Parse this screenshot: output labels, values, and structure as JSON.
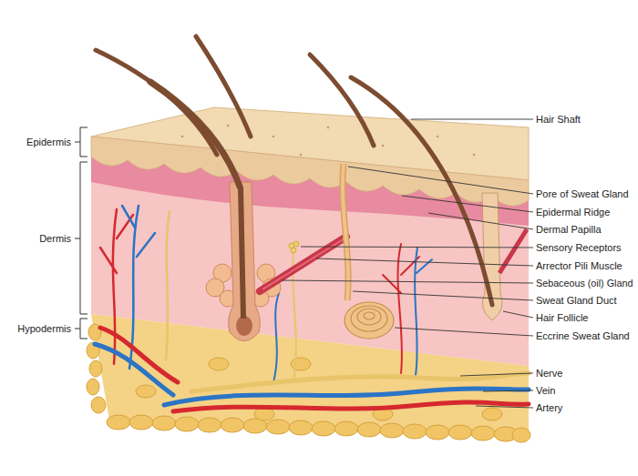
{
  "diagram": {
    "labels": [
      "Epidermis",
      "Dermis",
      "Hypodermis",
      "Hair Shaft",
      "Pore of Sweat Gland",
      "Epidermal Ridge",
      "Dermal Papilla",
      "Sensory Receptors",
      "Arrector Pili Muscle",
      "Sebaceous (oil) Gland",
      "Sweat Gland Duct",
      "Hair Follicle",
      "Eccrine Sweat Gland",
      "Nerve",
      "Vein",
      "Artery"
    ]
  }
}
